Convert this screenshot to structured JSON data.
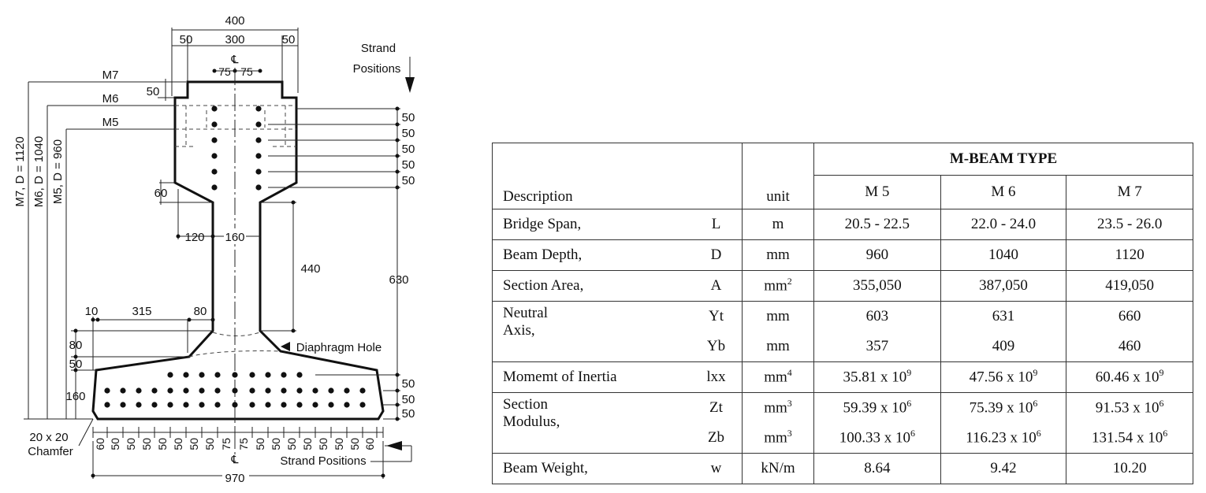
{
  "drawing": {
    "dims": {
      "top_width": "400",
      "flange_inner": "300",
      "flange_left": "50",
      "flange_right": "50",
      "cl_offset_left": "75",
      "cl_offset_right": "75",
      "top_lip": "50",
      "m7": "M7",
      "m6": "M6",
      "m5": "M5",
      "m7_depth": "M7, D = 1120",
      "m6_depth": "M6, D = 1040",
      "m5_depth": "M5, D = 960",
      "haunch_60": "60",
      "web_120": "120",
      "web_160": "160",
      "web_440": "440",
      "right_630": "630",
      "right_pitch": "50",
      "bottom_10": "10",
      "bottom_315": "315",
      "bottom_80": "80",
      "left_80": "80",
      "left_50": "50",
      "left_160": "160",
      "bottom_width": "970",
      "edge_60": "60",
      "pitch_50": "50",
      "center_75": "75"
    },
    "labels": {
      "strand_positions_top": [
        "Strand",
        "Positions"
      ],
      "strand_positions_bottom": "Strand Positions",
      "diaphragm": "Diaphragm Hole",
      "chamfer": [
        "20 x 20",
        "Chamfer"
      ],
      "centerline": "℄"
    }
  },
  "table": {
    "header_group": "M-BEAM TYPE",
    "col_description": "Description",
    "col_unit": "unit",
    "types": [
      "M 5",
      "M 6",
      "M 7"
    ],
    "rows": [
      {
        "desc": "Bridge Span,",
        "sym": "L",
        "unit": "m",
        "v": [
          "20.5 - 22.5",
          "22.0 - 24.0",
          "23.5 - 26.0"
        ]
      },
      {
        "desc": "Beam Depth,",
        "sym": "D",
        "unit": "mm",
        "v": [
          "960",
          "1040",
          "1120"
        ]
      },
      {
        "desc": "Section Area,",
        "sym": "A",
        "unit_base": "mm",
        "unit_exp": "2",
        "v": [
          "355,050",
          "387,050",
          "419,050"
        ]
      },
      {
        "desc_lines": [
          "Neutral",
          "Axis,"
        ],
        "sub": [
          {
            "sym": "Yt",
            "unit": "mm",
            "v": [
              "603",
              "631",
              "660"
            ]
          },
          {
            "sym": "Yb",
            "unit": "mm",
            "v": [
              "357",
              "409",
              "460"
            ]
          }
        ]
      },
      {
        "desc": "Momemt of Inertia",
        "sym": "lxx",
        "unit_base": "mm",
        "unit_exp": "4",
        "v": [
          {
            "m": "35.81 x 10",
            "e": "9"
          },
          {
            "m": "47.56 x 10",
            "e": "9"
          },
          {
            "m": "60.46 x 10",
            "e": "9"
          }
        ]
      },
      {
        "desc_lines": [
          "Section",
          "Modulus,"
        ],
        "sub": [
          {
            "sym": "Zt",
            "unit_base": "mm",
            "unit_exp": "3",
            "v": [
              {
                "m": "59.39 x 10",
                "e": "6"
              },
              {
                "m": "75.39 x 10",
                "e": "6"
              },
              {
                "m": "91.53 x 10",
                "e": "6"
              }
            ]
          },
          {
            "sym": "Zb",
            "unit_base": "mm",
            "unit_exp": "3",
            "v": [
              {
                "m": "100.33 x 10",
                "e": "6"
              },
              {
                "m": "116.23 x 10",
                "e": "6"
              },
              {
                "m": "131.54 x 10",
                "e": "6"
              }
            ]
          }
        ]
      },
      {
        "desc": "Beam Weight,",
        "sym": "w",
        "unit": "kN/m",
        "v": [
          "8.64",
          "9.42",
          "10.20"
        ]
      }
    ]
  }
}
